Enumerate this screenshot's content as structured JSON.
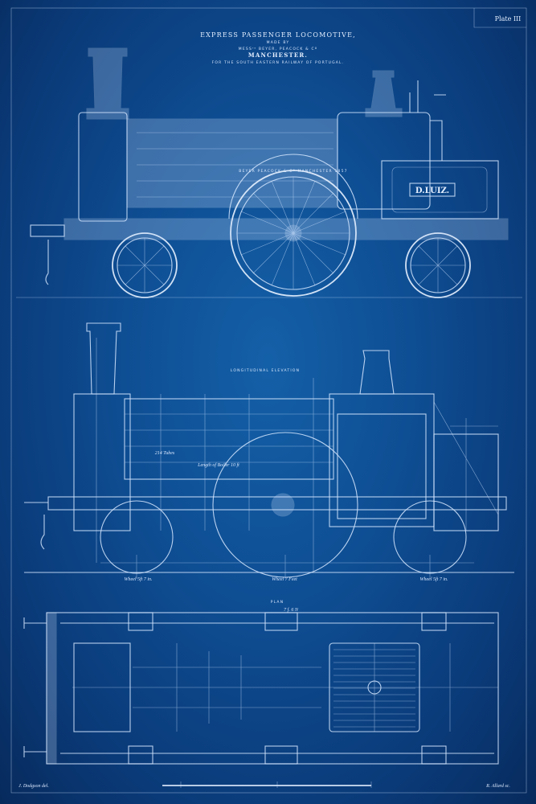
{
  "plate_label": "Plate III",
  "title": {
    "line1": "EXPRESS PASSENGER LOCOMOTIVE,",
    "line2": "MADE BY",
    "line3": "MESSʳˢ BEYER, PEACOCK & Cº",
    "line4": "MANCHESTER.",
    "line5": "FOR THE SOUTH EASTERN RAILWAY OF PORTUGAL."
  },
  "side_view": {
    "nameplate": "D.LUIZ.",
    "splasher_text": "BEYER PEACOCK & Cº MANCHESTER 1857"
  },
  "longitudinal": {
    "label": "LONGITUDINAL ELEVATION",
    "tubes": "214 Tubes",
    "boiler_length": "Length of Boiler 10 ft",
    "wheel_front": "Wheel 5ft 7 in.",
    "wheel_driving": "Wheel 7 Feet",
    "wheel_rear": "Wheel 5ft 7 in."
  },
  "plan": {
    "label": "PLAN",
    "dimension": "7 f. 6 N"
  },
  "footer": {
    "draughtsman": "J. Dodgson del.",
    "engraver": "R. Allard sc."
  },
  "colors": {
    "background": "#0e4d92",
    "lines": "#d6e8ff"
  }
}
